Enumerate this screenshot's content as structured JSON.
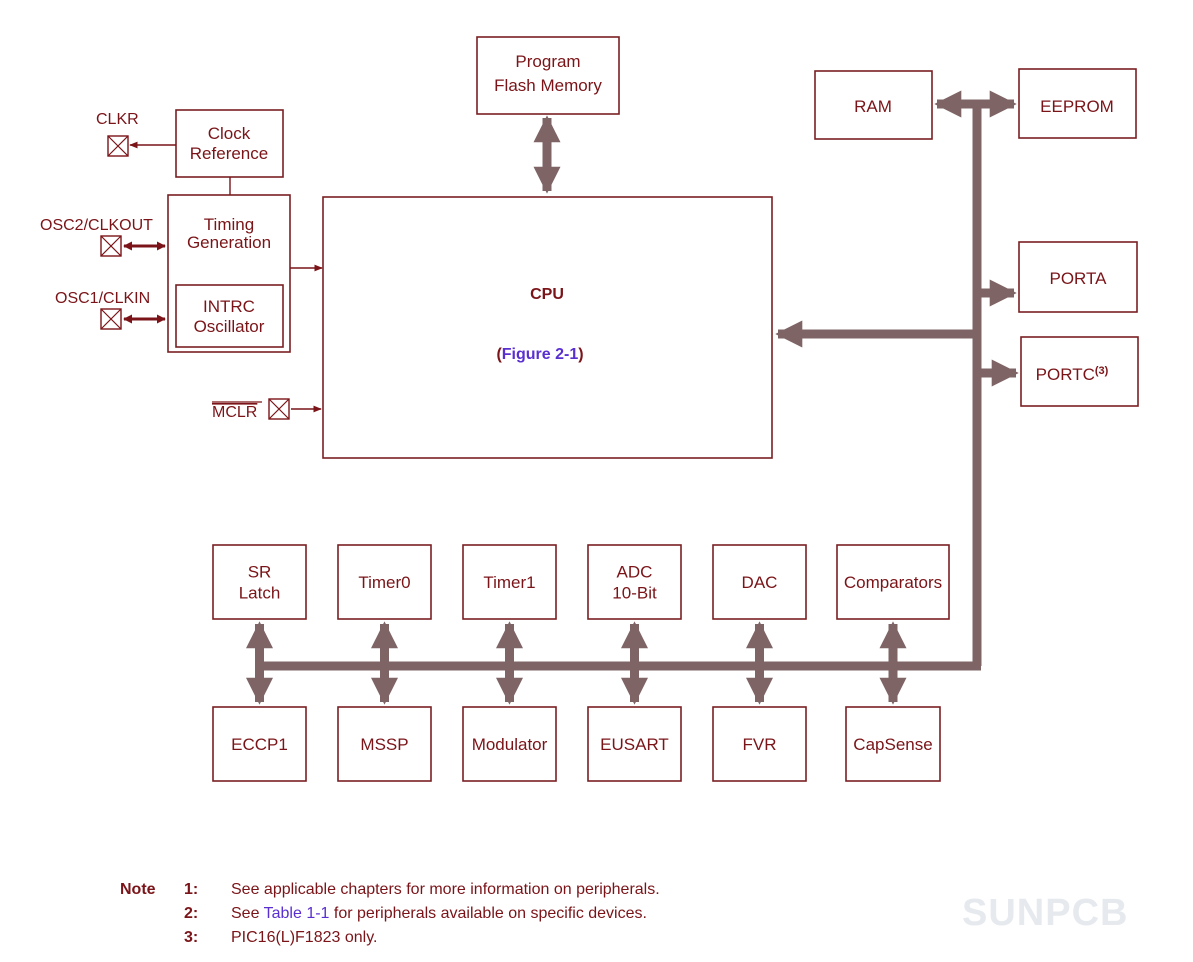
{
  "blocks": {
    "program_flash": [
      "Program",
      "Flash Memory"
    ],
    "clock_reference": [
      "Clock",
      "Reference"
    ],
    "timing_generation": [
      "Timing",
      "Generation"
    ],
    "intrc_oscillator": [
      "INTRC",
      "Oscillator"
    ],
    "cpu": "CPU",
    "cpu_figure_ref": "Figure 2-1",
    "ram": "RAM",
    "eeprom": "EEPROM",
    "porta": "PORTA",
    "portc": "PORTC",
    "portc_note": "(3)"
  },
  "pins": {
    "clkr": "CLKR",
    "osc2": "OSC2/CLKOUT",
    "osc1": "OSC1/CLKIN",
    "mclr": "MCLR"
  },
  "peripherals_top": [
    [
      "SR",
      "Latch"
    ],
    [
      "Timer0"
    ],
    [
      "Timer1"
    ],
    [
      "ADC",
      "10-Bit"
    ],
    [
      "DAC"
    ],
    [
      "Comparators"
    ]
  ],
  "peripherals_bottom": [
    [
      "ECCP1"
    ],
    [
      "MSSP"
    ],
    [
      "Modulator"
    ],
    [
      "EUSART"
    ],
    [
      "FVR"
    ],
    [
      "CapSense"
    ]
  ],
  "notes": {
    "heading": "Note",
    "items": [
      {
        "num": "1:",
        "text": "See applicable chapters for more information on peripherals."
      },
      {
        "num": "2:",
        "pre": "See ",
        "link": "Table 1-1",
        "post": " for peripherals available on specific devices."
      },
      {
        "num": "3:",
        "text": "PIC16(L)F1823 only."
      }
    ]
  },
  "watermark": "SUNPCB",
  "colors": {
    "line": "#7a1418",
    "bus": "#7f6466",
    "link": "#5a2fd0",
    "watermark": "#e6eaee"
  }
}
